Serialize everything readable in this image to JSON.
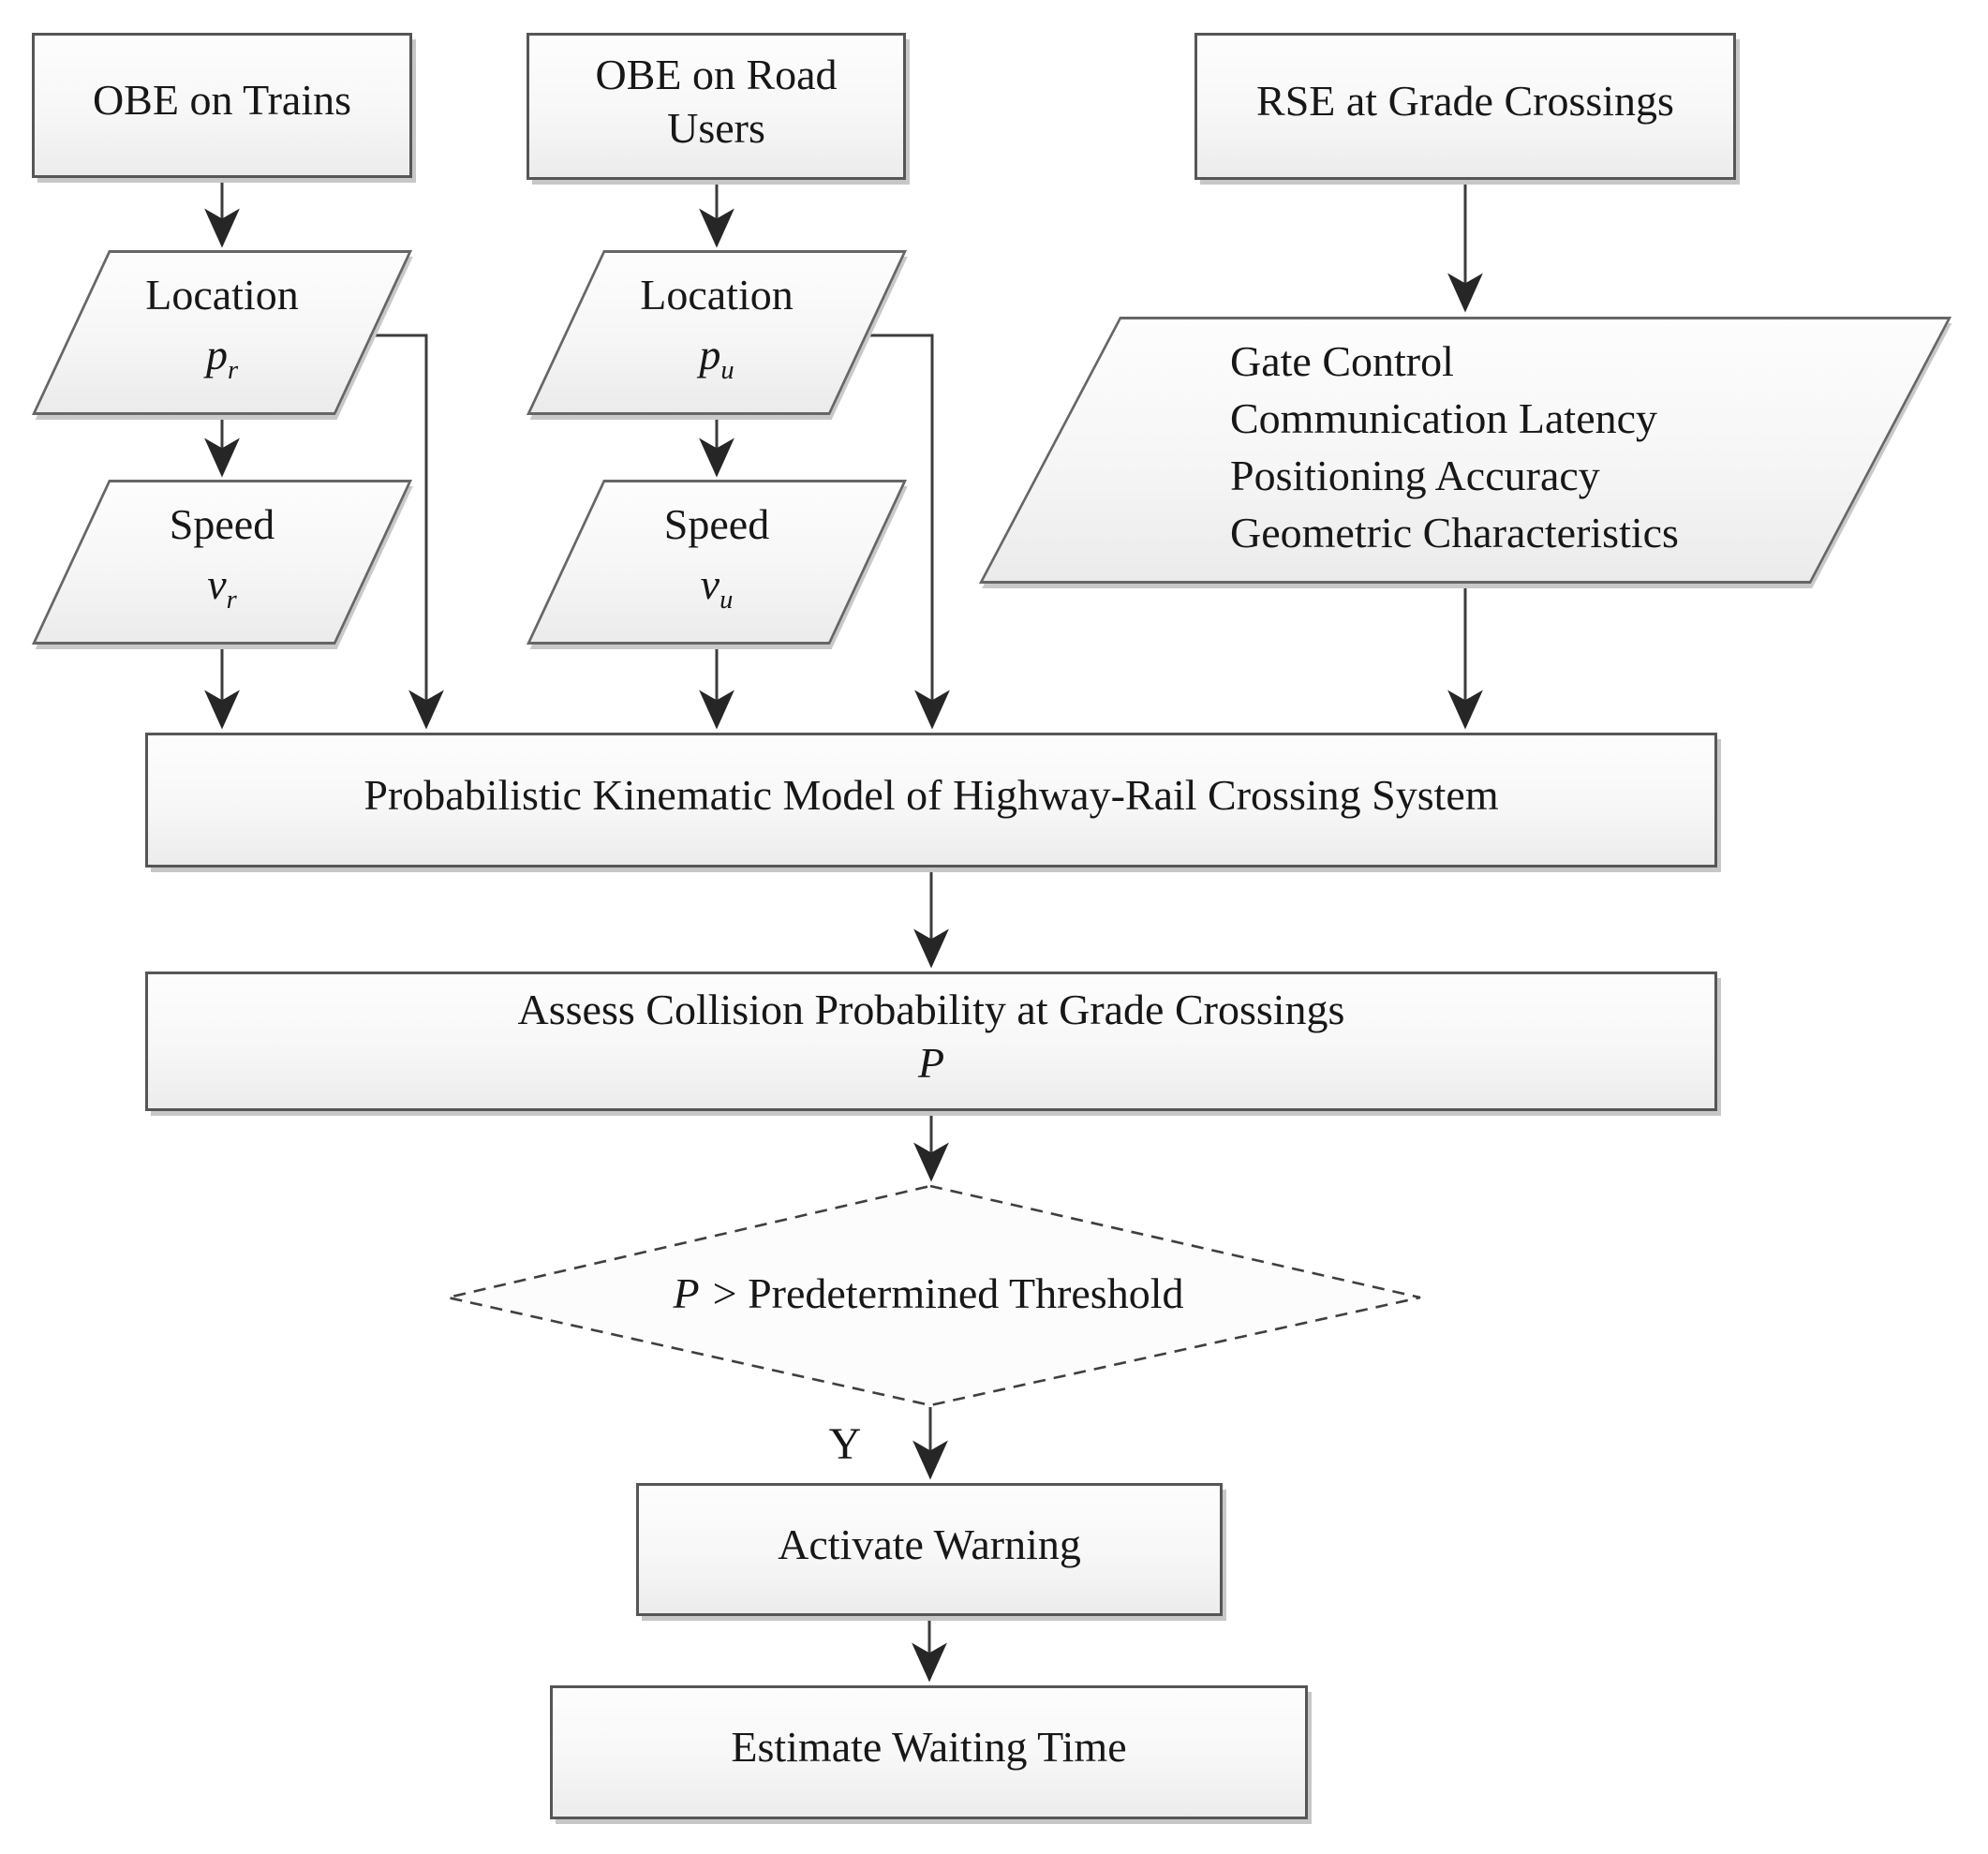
{
  "nodes": {
    "obe_trains": {
      "label": "OBE on Trains"
    },
    "obe_road": {
      "label": "OBE on Road Users"
    },
    "rse": {
      "label": "RSE at Grade Crossings"
    },
    "location_train": {
      "label": "Location",
      "symbol": "p",
      "subscript": "r"
    },
    "location_road": {
      "label": "Location",
      "symbol": "p",
      "subscript": "u"
    },
    "speed_train": {
      "label": "Speed",
      "symbol": "v",
      "subscript": "r"
    },
    "speed_road": {
      "label": "Speed",
      "symbol": "v",
      "subscript": "u"
    },
    "rse_inputs": {
      "lines": [
        "Gate Control",
        "Communication Latency",
        "Positioning Accuracy",
        "Geometric Characteristics"
      ]
    },
    "kinematic_model": {
      "label": "Probabilistic Kinematic Model of Highway-Rail Crossing System"
    },
    "assess_collision": {
      "label": "Assess Collision Probability at Grade Crossings",
      "symbol": "P"
    },
    "decision": {
      "symbol": "P",
      "label": "> Predetermined Threshold"
    },
    "decision_branch_yes": {
      "label": "Y"
    },
    "activate_warning": {
      "label": "Activate Warning"
    },
    "estimate_waiting": {
      "label": "Estimate Waiting Time"
    }
  },
  "style": {
    "line_color": "#3c3c3c",
    "arrow_color": "#262626",
    "shape_fill": "#f7f7f7",
    "border_color": "#565656"
  }
}
